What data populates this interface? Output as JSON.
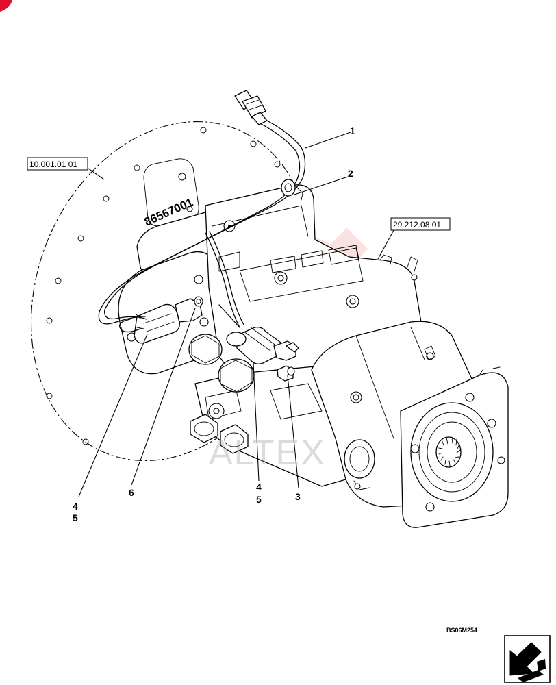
{
  "diagram": {
    "callouts": [
      {
        "id": "c1",
        "label": "1"
      },
      {
        "id": "c2",
        "label": "2"
      },
      {
        "id": "c3",
        "label": "3"
      },
      {
        "id": "c4a",
        "label": "4"
      },
      {
        "id": "c5a",
        "label": "5"
      },
      {
        "id": "c6",
        "label": "6"
      },
      {
        "id": "c4b",
        "label": "4"
      },
      {
        "id": "c5b",
        "label": "5"
      }
    ],
    "references": {
      "left": "10.001.01 01",
      "right": "29.212.08 01"
    },
    "stamp_text": "86567001",
    "drawing_code": "BS06M254",
    "watermark_text": "ALTEX"
  },
  "colors": {
    "line": "#000000",
    "background": "#ffffff",
    "watermark": "#f08080",
    "corner_mark": "#e0102a"
  },
  "icons": {
    "nav_button": "arrow-page-icon"
  }
}
